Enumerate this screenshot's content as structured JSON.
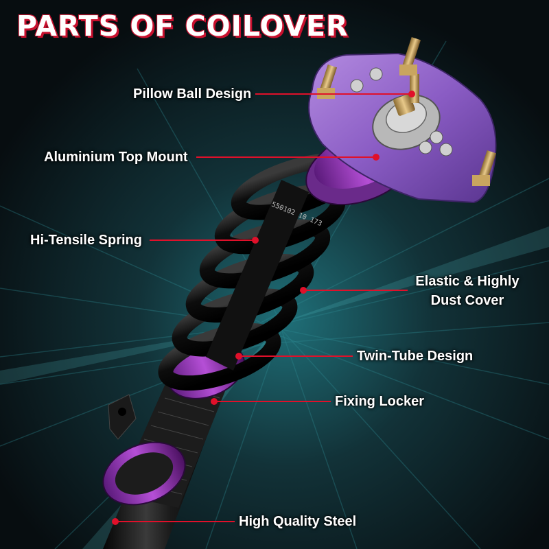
{
  "title": "PARTS OF COILOVER",
  "spring_marking": {
    "text": "550102   10   173"
  },
  "labels": {
    "pillow_ball": "Pillow Ball Design",
    "top_mount": "Aluminium Top Mount",
    "spring": "Hi-Tensile Spring",
    "dust_cover_line1": "Elastic & Highly",
    "dust_cover_line2": "Dust Cover",
    "twin_tube": "Twin-Tube Design",
    "fixing_locker": "Fixing Locker",
    "steel": "High Quality Steel"
  },
  "colors": {
    "accent_red": "#e0102a",
    "purple": "#8a5cc4",
    "background": "#0b1418"
  }
}
